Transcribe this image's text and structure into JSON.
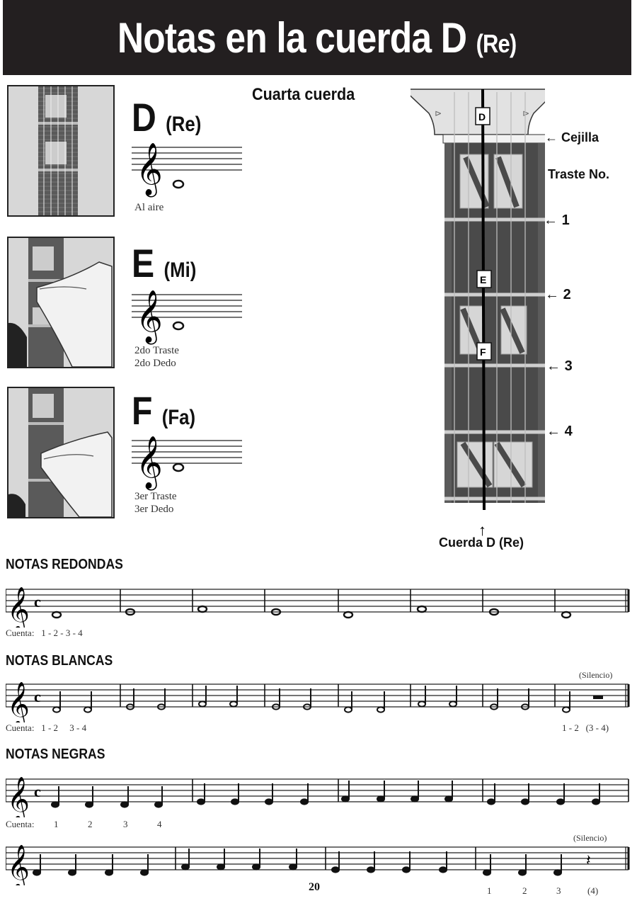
{
  "header": {
    "title": "Notas en la cuerda D",
    "title_sub": "(Re)"
  },
  "notes": [
    {
      "letter": "D",
      "solfege": "(Re)",
      "caption": [
        "Al aire"
      ]
    },
    {
      "letter": "E",
      "solfege": "(Mi)",
      "caption": [
        "2do Traste",
        "2do Dedo"
      ]
    },
    {
      "letter": "F",
      "solfege": "(Fa)",
      "caption": [
        "3er Traste",
        "3er Dedo"
      ]
    }
  ],
  "fretboard": {
    "title": "Cuarta cuerda",
    "nut_label": "Cejilla",
    "fret_heading": "Traste No.",
    "fret_numbers": [
      "1",
      "2",
      "3",
      "4"
    ],
    "note_markers": [
      "D",
      "E",
      "F"
    ],
    "string_label": "Cuerda D (Re)"
  },
  "sections": [
    {
      "label": "NOTAS REDONDAS",
      "count_prefix": "Cuenta:",
      "count_text": "1 - 2 - 3 - 4"
    },
    {
      "label": "NOTAS BLANCAS",
      "count_prefix": "Cuenta:",
      "count_text": "1 - 2     3 - 4",
      "end_count": "1 - 2   (3 - 4)",
      "silence": "(Silencio)"
    },
    {
      "label": "NOTAS NEGRAS",
      "count_prefix": "Cuenta:",
      "count_beats": [
        "1",
        "2",
        "3",
        "4"
      ],
      "end_beats": [
        "1",
        "2",
        "3",
        "(4)"
      ],
      "silence": "(Silencio)"
    }
  ],
  "page_number": "20",
  "time_signature": "c"
}
